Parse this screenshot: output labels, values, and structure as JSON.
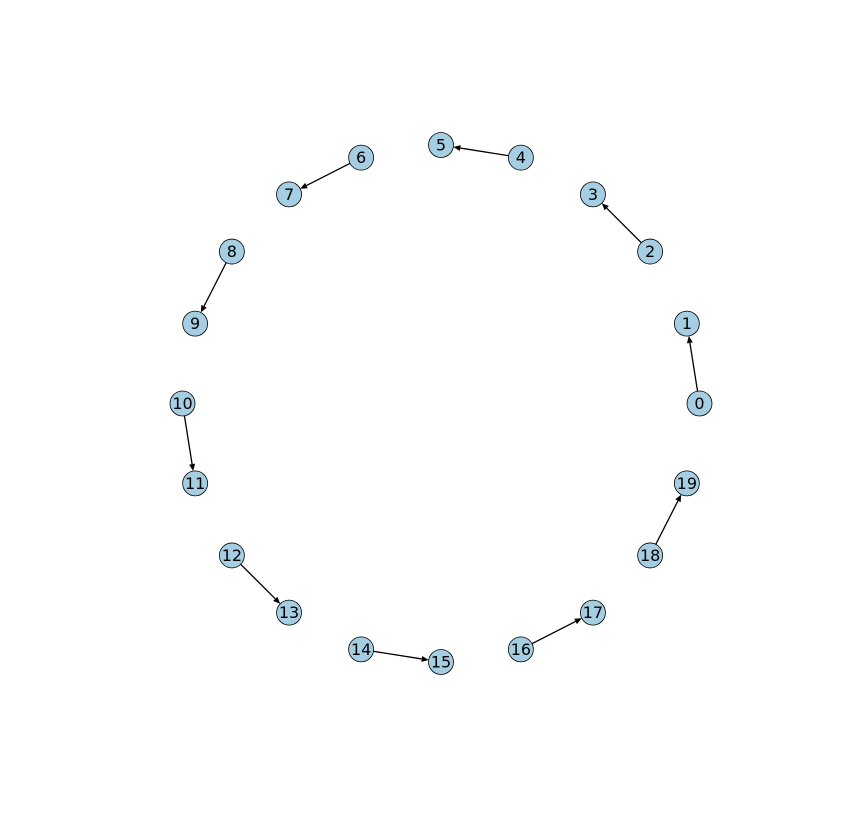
{
  "graph": {
    "directed": true,
    "layout": "circular",
    "node_color": "#a6cee3",
    "edge_color": "#000000",
    "nodes": [
      {
        "id": "0",
        "label": "0"
      },
      {
        "id": "1",
        "label": "1"
      },
      {
        "id": "2",
        "label": "2"
      },
      {
        "id": "3",
        "label": "3"
      },
      {
        "id": "4",
        "label": "4"
      },
      {
        "id": "5",
        "label": "5"
      },
      {
        "id": "6",
        "label": "6"
      },
      {
        "id": "7",
        "label": "7"
      },
      {
        "id": "8",
        "label": "8"
      },
      {
        "id": "9",
        "label": "9"
      },
      {
        "id": "10",
        "label": "10"
      },
      {
        "id": "11",
        "label": "11"
      },
      {
        "id": "12",
        "label": "12"
      },
      {
        "id": "13",
        "label": "13"
      },
      {
        "id": "14",
        "label": "14"
      },
      {
        "id": "15",
        "label": "15"
      },
      {
        "id": "16",
        "label": "16"
      },
      {
        "id": "17",
        "label": "17"
      },
      {
        "id": "18",
        "label": "18"
      },
      {
        "id": "19",
        "label": "19"
      }
    ],
    "edges": [
      {
        "source": "0",
        "target": "1"
      },
      {
        "source": "2",
        "target": "3"
      },
      {
        "source": "4",
        "target": "5"
      },
      {
        "source": "6",
        "target": "7"
      },
      {
        "source": "8",
        "target": "9"
      },
      {
        "source": "10",
        "target": "11"
      },
      {
        "source": "12",
        "target": "13"
      },
      {
        "source": "14",
        "target": "15"
      },
      {
        "source": "16",
        "target": "17"
      },
      {
        "source": "18",
        "target": "19"
      }
    ]
  }
}
